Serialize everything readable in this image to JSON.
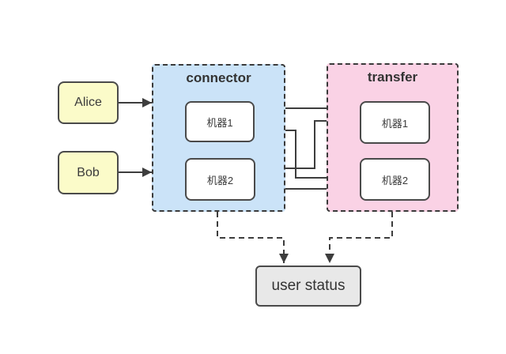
{
  "users": [
    {
      "label": "Alice"
    },
    {
      "label": "Bob"
    }
  ],
  "zones": {
    "connector": {
      "title": "connector",
      "machines": [
        "机器1",
        "机器2"
      ]
    },
    "transfer": {
      "title": "transfer",
      "machines": [
        "机器1",
        "机器2"
      ]
    }
  },
  "status_box": {
    "label": "user status"
  },
  "icons": {
    "arrow_style": "filled-triangle-arrowhead"
  },
  "colors": {
    "connector_fill": "#cbe3f8",
    "transfer_fill": "#fad2e5",
    "user_fill": "#fbfbc9",
    "status_fill": "#e8e8e8",
    "line": "#3d3d3d"
  }
}
